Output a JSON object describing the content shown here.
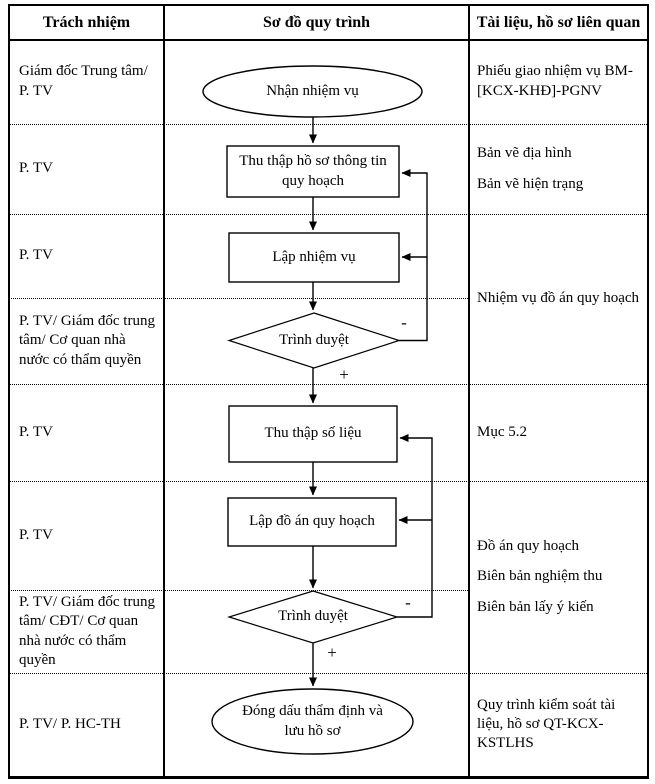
{
  "header": {
    "responsibility": "Trách nhiệm",
    "diagram": "Sơ đồ quy trình",
    "documents": "Tài liệu, hồ sơ liên quan"
  },
  "responsibilities": [
    {
      "label": "Giám đốc Trung tâm/ P. TV"
    },
    {
      "label": "P. TV"
    },
    {
      "label": "P. TV"
    },
    {
      "label": "P. TV/ Giám đốc trung tâm/ Cơ quan nhà nước có thẩm quyền"
    },
    {
      "label": "P. TV"
    },
    {
      "label": "P. TV"
    },
    {
      "label": "P. TV/ Giám đốc trung tâm/ CĐT/ Cơ quan nhà nước có thẩm quyền"
    },
    {
      "label": "P. TV/ P. HC-TH"
    }
  ],
  "documents": [
    {
      "lines": [
        "Phiếu giao nhiệm vụ BM-[KCX-KHĐ]-PGNV"
      ]
    },
    {
      "lines": [
        "Bản vẽ địa hình",
        "Bản vẽ hiện trạng"
      ]
    },
    {
      "lines": [
        "Nhiệm vụ đồ án quy hoạch"
      ]
    },
    {
      "lines": [
        "Mục 5.2"
      ]
    },
    {
      "lines": [
        "Đồ án quy hoạch",
        "Biên bản nghiệm thu",
        "Biên bản lấy ý kiến"
      ]
    },
    {
      "lines": [
        "Quy trình kiểm soát tài liệu, hồ sơ QT-KCX-KSTLHS"
      ]
    }
  ],
  "flowchart": {
    "start": "Nhận nhiệm vụ",
    "step1": "Thu thập hồ sơ thông tin quy hoạch",
    "step2": "Lập nhiệm vụ",
    "decision1": "Trình duyệt",
    "step3": "Thu thập số liệu",
    "step4": "Lập đồ án quy hoạch",
    "decision2": "Trình duyệt",
    "end": "Đóng dấu thẩm định và lưu hồ sơ",
    "plus": "+",
    "minus": "-"
  },
  "colors": {
    "line": "#000000",
    "text": "#000000",
    "background": "#ffffff"
  }
}
